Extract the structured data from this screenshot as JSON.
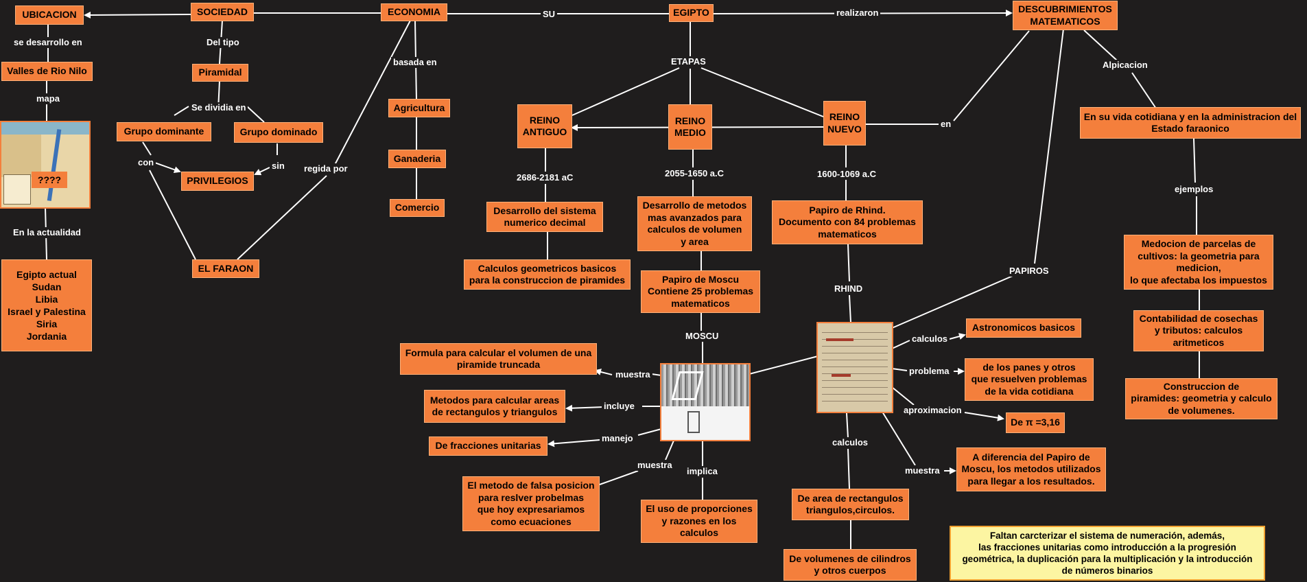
{
  "nodes": {
    "ubicacion": "UBICACION",
    "sociedad": "SOCIEDAD",
    "economia": "ECONOMIA",
    "egipto": "EGIPTO",
    "descubrimientos": "DESCUBRIMIENTOS\nMATEMATICOS",
    "valles": "Valles de Rio Nilo",
    "piramidal": "Piramidal",
    "agricultura": "Agricultura",
    "ganaderia": "Ganaderia",
    "comercio": "Comercio",
    "grupo_dominante": "Grupo dominante",
    "grupo_dominado": "Grupo dominado",
    "privilegios": "PRIVILEGIOS",
    "el_faraon": "EL FARAON",
    "egipto_actual": "Egipto actual\nSudan\nLibia\nIsrael y Palestina\nSiria\nJordania",
    "reino_antiguo": "REINO\nANTIGUO",
    "reino_medio": "REINO\nMEDIO",
    "reino_nuevo": "REINO\nNUEVO",
    "desarrollo_decimal": "Desarrollo del sistema\nnumerico decimal",
    "calculos_geometricos": "Calculos geometricos basicos\npara la construccion de piramides",
    "desarrollo_metodos": "Desarrollo de metodos\nmas avanzados para\ncalculos de volumen\ny area",
    "papiro_moscu": "Papiro de Moscu\nContiene 25 problemas\nmatematicos",
    "papiro_rhind": "Papiro de Rhind.\nDocumento con 84 problemas\nmatematicos",
    "vida_cotidiana": "En su vida cotidiana y en la administracion del\nEstado faraonico",
    "medicion_parcelas": "Medocion de parcelas de\ncultivos: la geometria para\nmedicion,\nlo que afectaba los impuestos",
    "contabilidad": "Contabilidad de cosechas\ny tributos: calculos\naritmeticos",
    "construccion_piramides": "Construccion de\npiramides: geometria y calculo\nde volumenes.",
    "formula_volumen": "Formula para calcular el volumen de una\npiramide truncada",
    "metodos_areas": "Metodos para calcular areas\nde rectangulos y triangulos",
    "fracciones_unitarias": "De fracciones unitarias",
    "falsa_posicion": "El metodo de falsa posicion\npara reslver probelmas\nque hoy expresariamos\ncomo ecuaciones",
    "proporciones": "El uso de proporciones\ny razones en los\ncalculos",
    "astronomicos": "Astronomicos basicos",
    "panes": "de los panes y otros\nque resuelven problemas\nde la vida cotidiana",
    "pi": "De π =3,16",
    "diferencia_moscu": "A diferencia del Papiro de\nMoscu, los metodos utilizados\npara llegar a los resultados.",
    "area_rectangulos": "De area de rectangulos\ntriangulos,circulos.",
    "volumenes_cilindros": "De volumenes de cilindros\ny otros cuerpos",
    "map_hidden": "????"
  },
  "labels": {
    "se_desarrollo_en": "se desarrollo en",
    "mapa": "mapa",
    "en_la_actualidad": "En la actualidad",
    "del_tipo": "Del tipo",
    "se_dividia_en": "Se dividia en",
    "con": "con",
    "sin": "sin",
    "regida_por": "regida por",
    "basada_en": "basada en",
    "su": "SU",
    "realizaron": "realizaron",
    "etapas": "ETAPAS",
    "en": "en",
    "alpicacion": "Alpicacion",
    "ejemplos": "ejemplos",
    "papiros": "PAPIROS",
    "fecha_antiguo": "2686-2181 aC",
    "fecha_medio": "2055-1650 a.C",
    "fecha_nuevo": "1600-1069 a.C",
    "rhind": "RHIND",
    "moscu": "MOSCU",
    "muestra1": "muestra",
    "incluye": "incluye",
    "manejo": "manejo",
    "muestra2": "muestra",
    "implica": "implica",
    "calculos1": "calculos",
    "problema": "problema",
    "aproximacion": "aproximacion",
    "muestra3": "muestra",
    "calculos2": "calculos"
  },
  "note": "Faltan carcterizar el sistema de numeración, además,\nlas fracciones unitarias como introducción a la progresión\ngeométrica, la duplicación para la multiplicación y la introducción\nde números binarios",
  "colors": {
    "background": "#1f1d1d",
    "node": "#f47f3c",
    "note": "#fcf5a2",
    "line": "#ffffff"
  }
}
